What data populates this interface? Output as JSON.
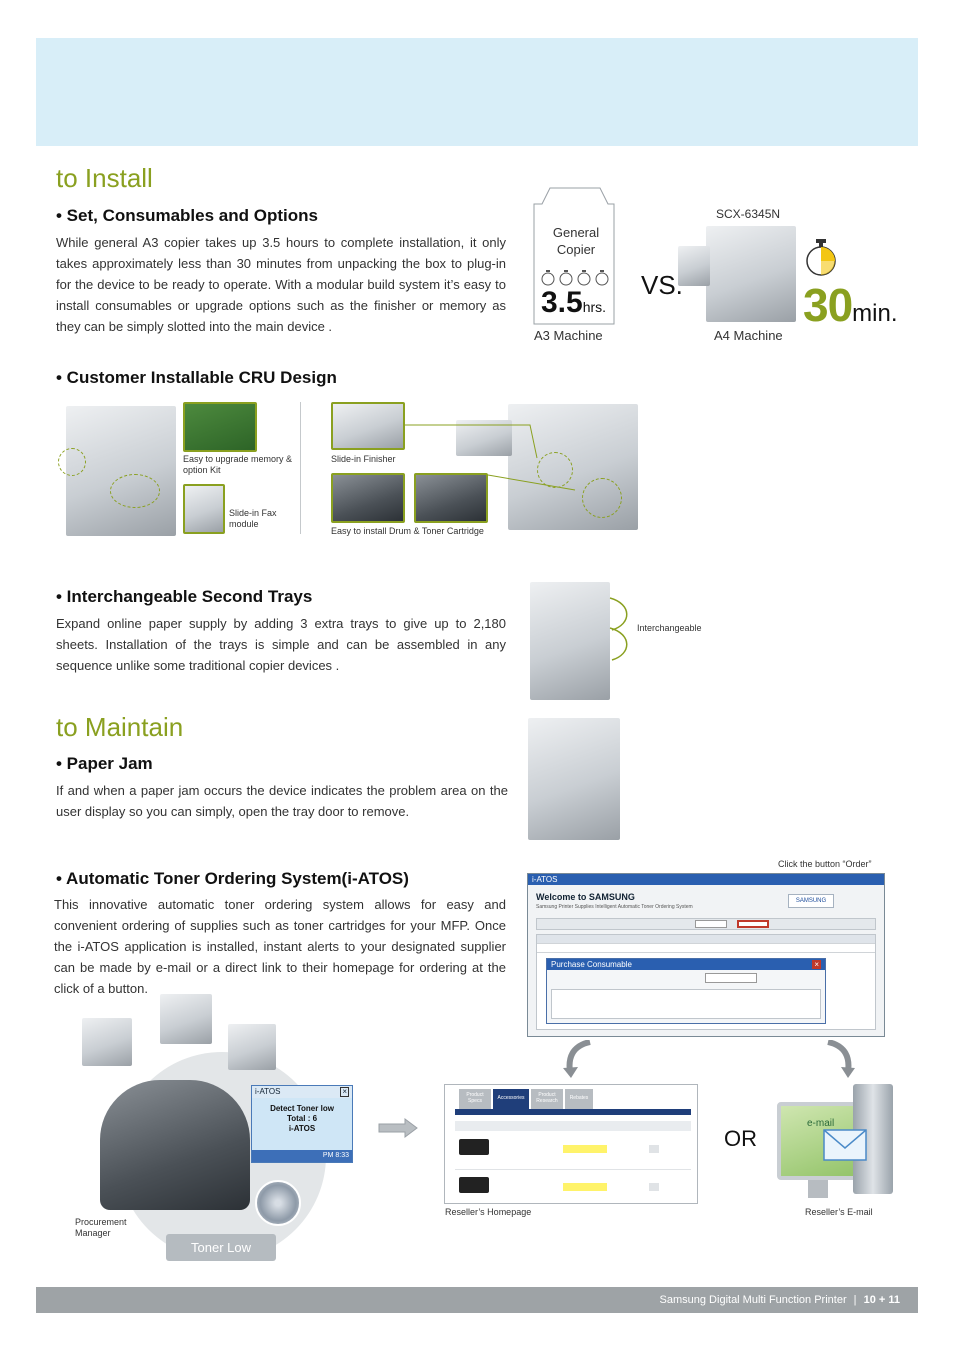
{
  "install": {
    "title": "to Install",
    "set": {
      "heading": "• Set, Consumables and Options",
      "body": "While general A3 copier takes up 3.5 hours to complete installation, it only takes approximately less than 30 minutes from unpacking the box to plug-in for the device to be ready to operate. With a modular build system it’s easy to install consumables or upgrade options such as the finisher or memory as they can be simply slotted into the main device ."
    },
    "compare": {
      "general_copier": "General Copier",
      "hours_value": "3.5",
      "hours_unit": "hrs.",
      "a3_label": "A3 Machine",
      "vs": "VS.",
      "model": "SCX-6345N",
      "a4_label": "A4 Machine",
      "min_value": "30",
      "min_unit": "min."
    },
    "cru": {
      "heading": "• Customer Installable CRU Design",
      "cap_memory": "Easy to upgrade memory & option Kit",
      "cap_fax": "Slide-in Fax module",
      "cap_finisher": "Slide-in Finisher",
      "cap_drum": "Easy to install Drum & Toner Cartridge"
    },
    "trays": {
      "heading": "• Interchangeable Second Trays",
      "body": "Expand online paper supply by adding 3 extra trays to give up to 2,180 sheets. Installation of the trays is simple and can be assembled in any sequence unlike some traditional copier devices .",
      "cap": "Interchangeable"
    }
  },
  "maintain": {
    "title": "to Maintain",
    "jam": {
      "heading": "• Paper Jam",
      "body": "If and when a paper jam occurs the device indicates the problem area on the user display so you can simply, open the tray door to remove."
    },
    "atos": {
      "heading": "• Automatic Toner Ordering System(i-ATOS)",
      "body": "This innovative automatic toner ordering system allows for easy and convenient ordering of supplies such as toner cartridges for your MFP. Once the i-ATOS application is installed, instant alerts to your designated supplier can be made by e-mail or a direct link to their homepage for ordering at the click of a button.",
      "click_order": "Click the button “Order”",
      "window_title": "i-ATOS",
      "welcome": "Welcome to SAMSUNG",
      "tagline": "Samsung Printer Supplies Intelligent Automatic Toner Ordering System",
      "purchase_title": "Purchase Consumable",
      "popup_title": "i-ATOS",
      "popup_line1": "Detect Toner low",
      "popup_line2": "Total : 6",
      "popup_line3": "i-ATOS",
      "popup_time": "PM 8:33",
      "procurement": "Procurement Manager",
      "toner_low": "Toner Low",
      "homepage_cap": "Reseller’s Homepage",
      "email_cap": "Reseller’s E-mail",
      "email_label": "e-mail",
      "or": "OR",
      "tabs": [
        "Product Specs",
        "Accessories",
        "Product Research",
        "Rebates"
      ]
    }
  },
  "footer": {
    "text": "Samsung Digital Multi Function Printer",
    "sep": "|",
    "pages": "10 + 11"
  },
  "colors": {
    "accent": "#8aa020",
    "header_band": "#d8eef8",
    "footer": "#9ea3a6"
  }
}
